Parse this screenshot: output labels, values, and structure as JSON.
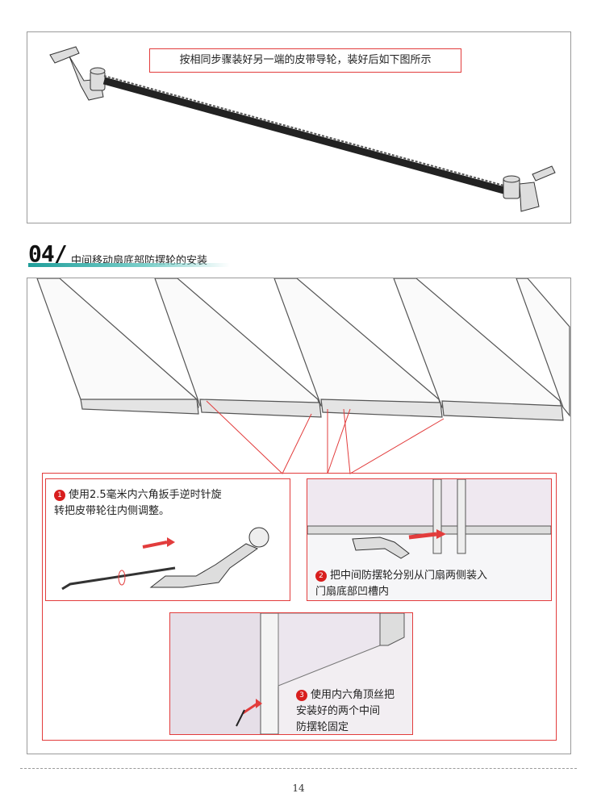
{
  "top_panel": {
    "note": "按相同步骤装好另一端的皮带导轮，装好后如下图所示"
  },
  "section": {
    "number": "04/",
    "title": "中间移动扇底部防摆轮的安装"
  },
  "steps": [
    {
      "num": "1",
      "line1": "使用2.5毫米内六角扳手逆时针旋",
      "line2": "转把皮带轮往内侧调整。"
    },
    {
      "num": "2",
      "line1": "把中间防摆轮分别从门扇两侧装入",
      "line2": "门扇底部凹槽内"
    },
    {
      "num": "3",
      "line1": "使用内六角顶丝把",
      "line2": "安装好的两个中间",
      "line3": "防摆轮固定"
    }
  ],
  "colors": {
    "accent_red": "#e23c3c",
    "teal": "#1f9e9a"
  },
  "footer": {
    "page_number": "14"
  }
}
